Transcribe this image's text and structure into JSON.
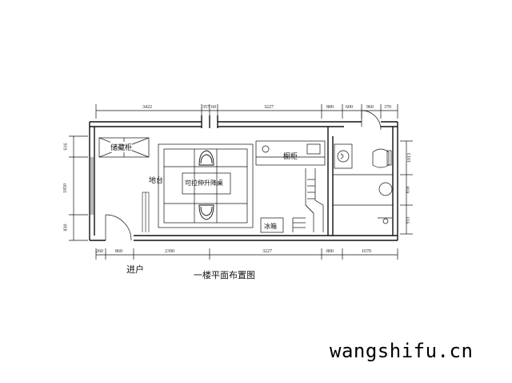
{
  "title": "一楼平面布置图",
  "watermark": "wangshifu.cn",
  "rooms": {
    "storage": "储藏柜",
    "platform": "地台",
    "table": "可拉伸升降桌",
    "cabinet": "橱柜",
    "fridge": "冰箱",
    "entry": "进户"
  },
  "dims_top": [
    "3422",
    "357",
    "60",
    "3227",
    "800",
    "600",
    "960",
    "370"
  ],
  "dims_bottom": [
    "260",
    "860",
    "2390",
    "3227",
    "800",
    "1670"
  ],
  "dims_left": [
    "616",
    "1850",
    "830"
  ],
  "dims_right": [
    "1013",
    "858",
    "933"
  ],
  "colors": {
    "line": "#111111",
    "background": "#ffffff"
  }
}
